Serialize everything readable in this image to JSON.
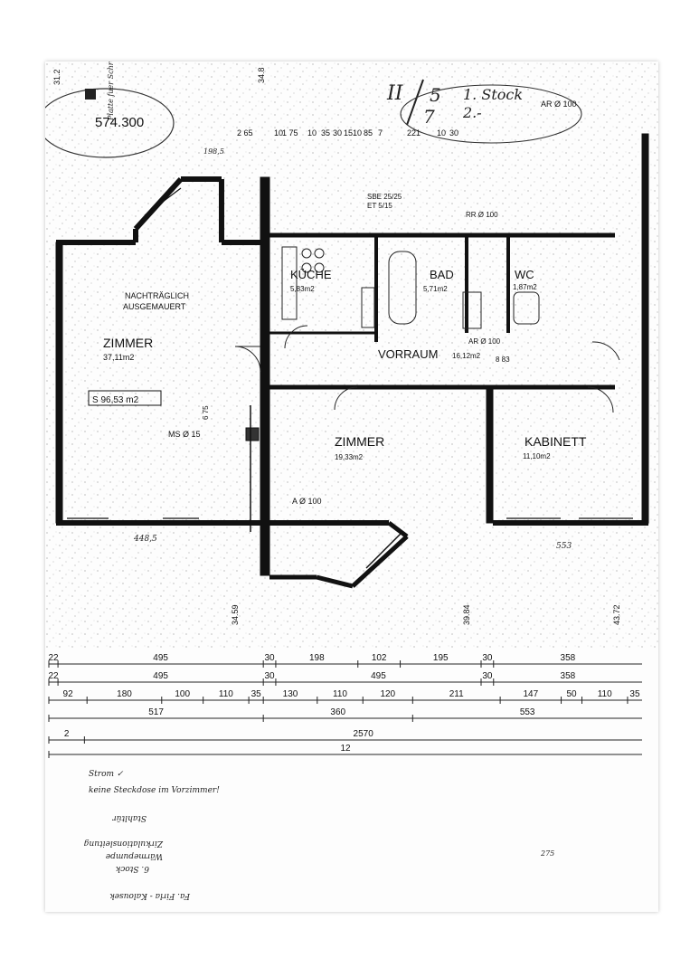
{
  "header": {
    "stamp_number": "574.300",
    "fraction_top": "II",
    "fraction_mid": "5",
    "fraction_bottom": "7",
    "floor_line1": "1. Stock",
    "floor_line2": "2.-",
    "ar_label": "AR Ø 100",
    "left_dim": "31.2",
    "left_dim2": "34.8",
    "top_dims": [
      "2 65",
      "10",
      "1 75",
      "10",
      "35",
      "30",
      "15",
      "10",
      "85",
      "7",
      "221",
      "10",
      "30"
    ]
  },
  "rooms": [
    {
      "name": "ZIMMER",
      "area": "37,11m2"
    },
    {
      "name": "KÜCHE",
      "area": "5,83m2"
    },
    {
      "name": "BAD",
      "area": "5,71m2"
    },
    {
      "name": "WC",
      "area": "1,87m2"
    },
    {
      "name": "VORRAUM",
      "area": "16,12m2"
    },
    {
      "name": "ZIMMER",
      "area": "19,33m2"
    },
    {
      "name": "KABINETT",
      "area": "11,10m2"
    }
  ],
  "annotations": {
    "nachtraeglich_1": "NACHTRÄGLICH",
    "nachtraeglich_2": "AUSGEMAUERT",
    "total_area": "S 96,53 m2",
    "ms": "MS Ø 15",
    "sbe_1": "SBE 25/25",
    "sbe_2": "ET 5/15",
    "rr": "RR Ø 100",
    "ar_bottom": "AR Ø 100",
    "a_label": "A Ø 100",
    "dim_883": "8 83",
    "dim_675": "6 75",
    "dim_4485": "448,5",
    "dim_1985": "198,5",
    "dim_553": "553",
    "hand_note_left": "Platte fuer Schrank"
  },
  "wall_heights": {
    "left": "34.59",
    "mid": "39.84",
    "right": "43.72"
  },
  "dimension_rows": [
    {
      "values": [
        "22",
        "495",
        "30",
        "198",
        "102",
        "195",
        "30",
        "358"
      ]
    },
    {
      "values": [
        "22",
        "495",
        "30",
        "495",
        "30",
        "358"
      ]
    },
    {
      "values": [
        "92",
        "180",
        "100",
        "110",
        "35",
        "130",
        "110",
        "120",
        "211",
        "147",
        "50",
        "110",
        "35"
      ]
    },
    {
      "values": [
        "517",
        "360",
        "553"
      ]
    },
    {
      "values": [
        "2",
        "2570"
      ]
    },
    {
      "values": [
        "12"
      ]
    }
  ],
  "handwriting": {
    "line1": "Strom ✓",
    "line2": "keine Steckdose im Vorzimmer!",
    "line3": "Stahltür",
    "line4": "Zirkulationsleitung",
    "line5": "Wärmepumpe",
    "line6": "6. Stock",
    "line7": "Fa. Firla - Kalousek",
    "side_note": "275"
  }
}
